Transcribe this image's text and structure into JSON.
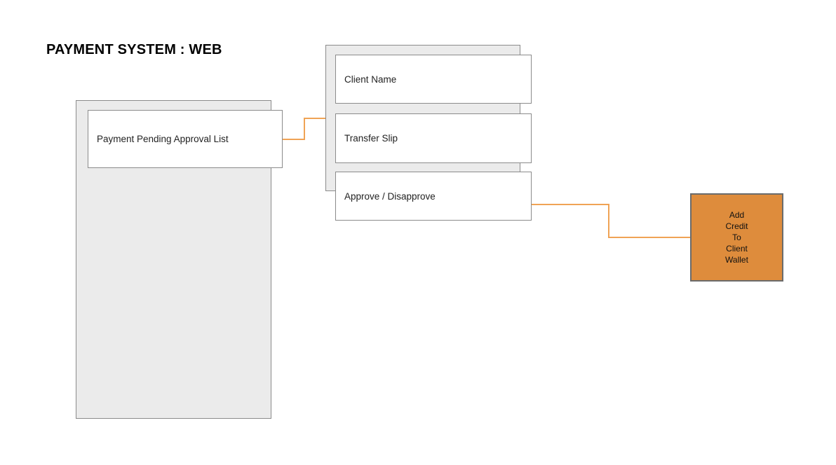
{
  "title": "PAYMENT SYSTEM : WEB",
  "diagram": {
    "nodes": [
      {
        "id": "payment-pending-approval-list",
        "label": "Payment Pending Approval List"
      },
      {
        "id": "client-name",
        "label": "Client Name"
      },
      {
        "id": "transfer-slip",
        "label": "Transfer Slip"
      },
      {
        "id": "approve-disapprove",
        "label": "Approve / Disapprove"
      },
      {
        "id": "add-credit-to-client-wallet",
        "label": "Add Credit To Client Wallet",
        "lines": [
          "Add",
          "Credit",
          "To",
          "Client",
          "Wallet"
        ]
      }
    ],
    "panels": [
      {
        "id": "pending-list-screen"
      },
      {
        "id": "client-details-screen"
      }
    ],
    "connections": [
      {
        "from": "payment-pending-approval-list",
        "to": "client-details-screen"
      },
      {
        "from": "approve-disapprove",
        "to": "add-credit-to-client-wallet"
      }
    ]
  },
  "colors": {
    "background": "#ffffff",
    "panel_fill": "#ebebeb",
    "panel_border": "#8b8b8b",
    "box_fill": "#ffffff",
    "box_border": "#8b8b8b",
    "accent_fill": "#de8c3c",
    "accent_border": "#6b6b6b",
    "connector": "#f0a355",
    "title_color": "#000000"
  }
}
